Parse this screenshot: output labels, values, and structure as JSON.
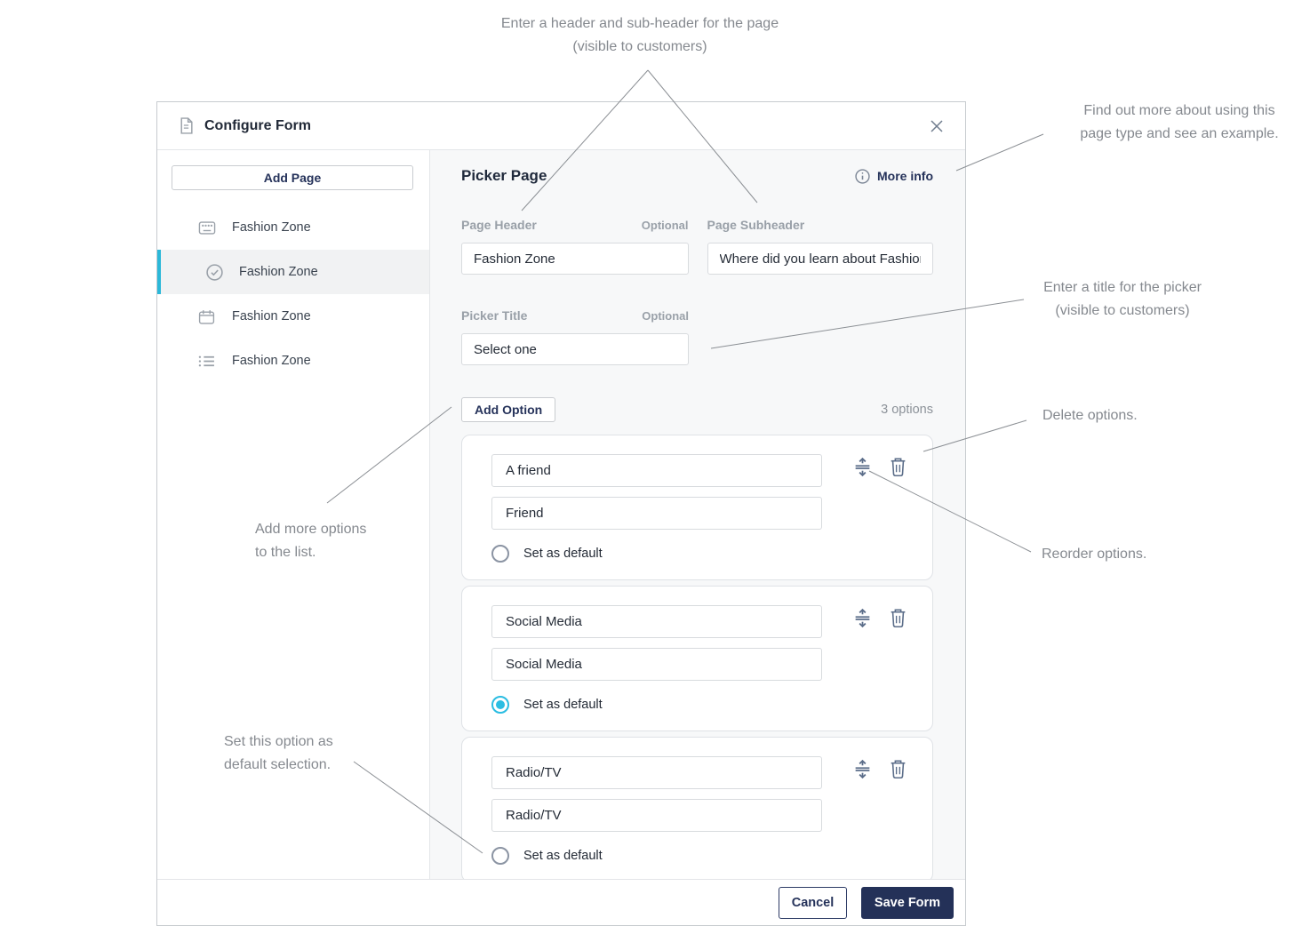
{
  "annotations": {
    "header_subheader": {
      "line1": "Enter a header and sub-header for the page",
      "line2": "(visible to customers)"
    },
    "more_info": {
      "line1": "Find out more about using this",
      "line2": "page type and see an example."
    },
    "picker_title": {
      "line1": "Enter a title for the picker",
      "line2": "(visible to customers)"
    },
    "delete_options": "Delete options.",
    "reorder_options": "Reorder options.",
    "add_options": {
      "line1": "Add more options",
      "line2": "to the list."
    },
    "set_default": {
      "line1": "Set this option as",
      "line2": "default selection."
    }
  },
  "dialog": {
    "title": "Configure Form",
    "sidebar": {
      "add_page_label": "Add Page",
      "items": [
        {
          "label": "Fashion Zone",
          "icon": "keyboard-icon",
          "selected": false
        },
        {
          "label": "Fashion Zone",
          "icon": "check-circle-icon",
          "selected": true
        },
        {
          "label": "Fashion Zone",
          "icon": "calendar-icon",
          "selected": false
        },
        {
          "label": "Fashion Zone",
          "icon": "list-icon",
          "selected": false
        }
      ]
    },
    "main": {
      "title": "Picker Page",
      "more_info_label": "More info",
      "fields": {
        "page_header": {
          "label": "Page Header",
          "optional": "Optional",
          "value": "Fashion Zone"
        },
        "page_subheader": {
          "label": "Page Subheader",
          "value": "Where did you learn about Fashion"
        },
        "picker_title": {
          "label": "Picker Title",
          "optional": "Optional",
          "value": "Select one"
        }
      },
      "options_section": {
        "add_option_label": "Add Option",
        "count_label": "3 options",
        "set_default_label": "Set as default",
        "options": [
          {
            "value": "A friend",
            "display": "Friend",
            "default": false
          },
          {
            "value": "Social Media",
            "display": "Social Media",
            "default": true
          },
          {
            "value": "Radio/TV",
            "display": "Radio/TV",
            "default": false
          }
        ]
      }
    },
    "footer": {
      "cancel_label": "Cancel",
      "save_label": "Save Form"
    }
  },
  "icons": {
    "header": "document-icon",
    "close": "close-icon",
    "info": "info-icon",
    "row_actions": [
      "reorder-icon",
      "trash-icon"
    ]
  },
  "colors": {
    "accent_cyan": "#2bb8d9",
    "navy": "#243158",
    "annotation_gray": "#85898f",
    "label_gray": "#99a0a8",
    "panel_bg": "#f7f8f9"
  }
}
